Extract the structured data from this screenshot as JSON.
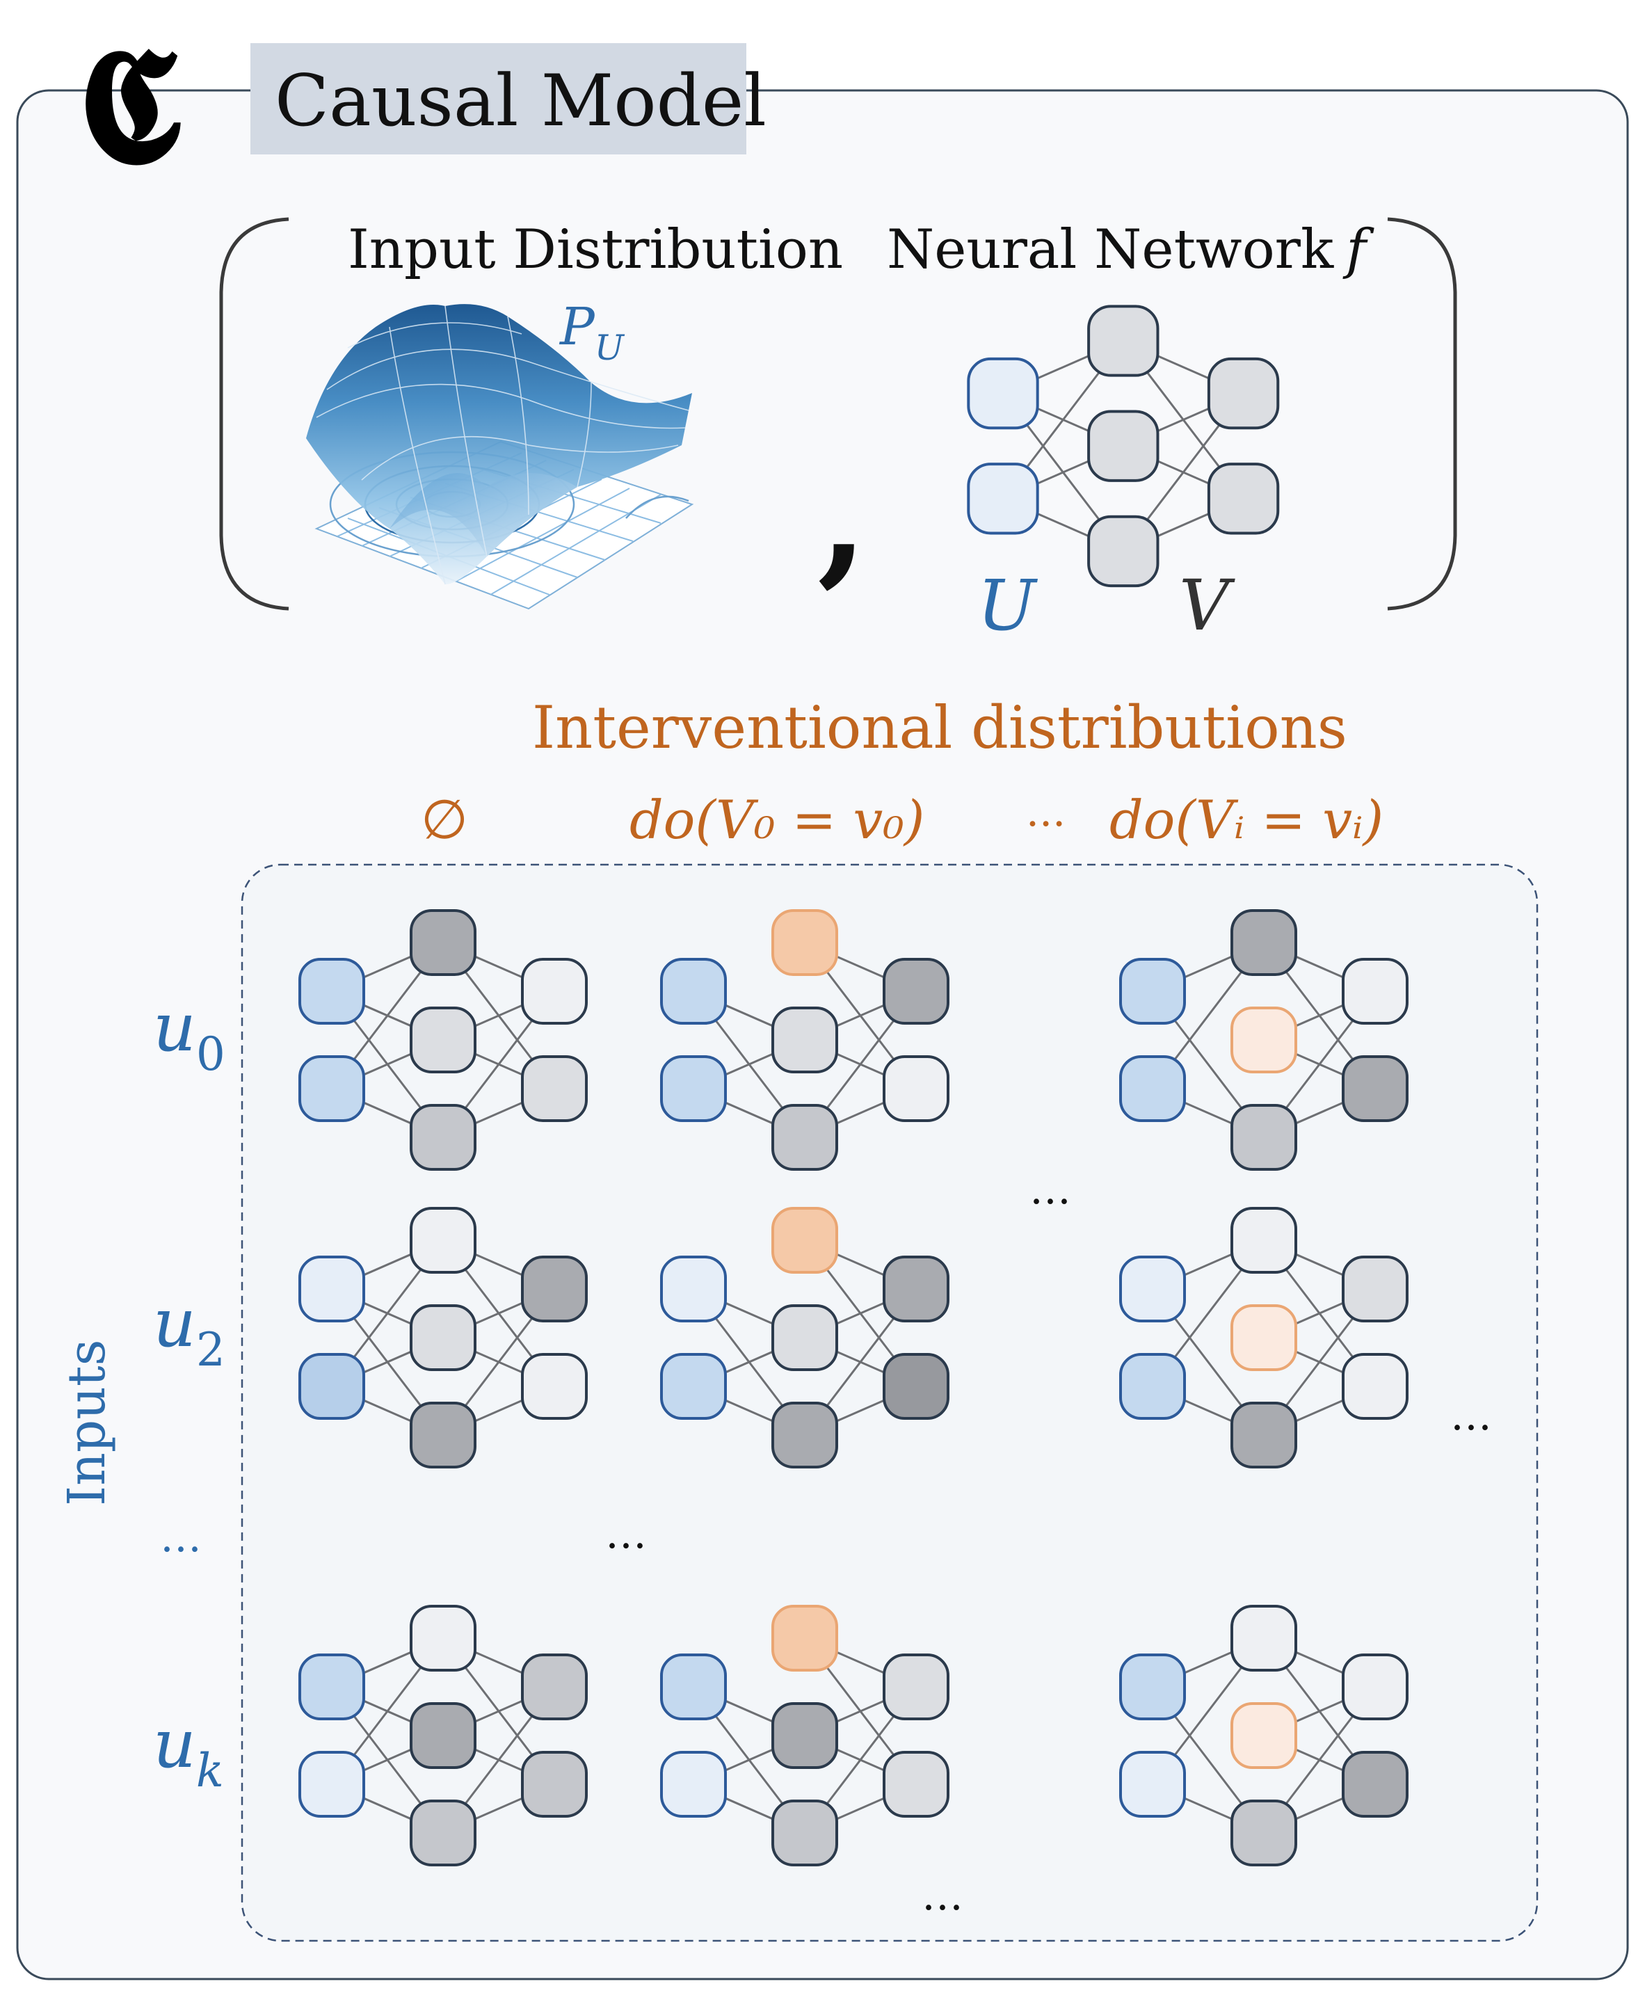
{
  "title": {
    "symbol": "𝕮",
    "label": "Causal Model"
  },
  "model_tuple": {
    "input_distribution_label": "Input Distribution",
    "distribution_symbol": "P",
    "distribution_subscript": "U",
    "comma": ",",
    "network_label": "Neural Network",
    "network_symbol": "f",
    "input_layer_label": "U",
    "hidden_layers_label": "V"
  },
  "interventions": {
    "heading": "Interventional distributions",
    "columns": [
      {
        "text": "∅"
      },
      {
        "text": "do(V₀ = v₀)"
      },
      {
        "text": "···"
      },
      {
        "text": "do(Vᵢ = vᵢ)"
      }
    ]
  },
  "inputs": {
    "axis_label": "Inputs",
    "rows": [
      {
        "symbol": "u",
        "subscript": "0"
      },
      {
        "symbol": "u",
        "subscript": "2"
      },
      {
        "symbol": "…",
        "subscript": ""
      },
      {
        "symbol": "u",
        "subscript": "k"
      }
    ]
  },
  "ellipses": {
    "grid_middle": "…",
    "row_gap": "…",
    "right": "…",
    "bottom": "…"
  },
  "colors": {
    "blue_text": "#2e6cab",
    "orange_text": "#c0651f",
    "panel_bg": "#f8f9fb",
    "title_bg": "#d2d9e3",
    "intervened_node": "#f5c9a8"
  },
  "grid": [
    [
      {
        "inputs": [
          "mid",
          "mid"
        ],
        "hidden": [
          "dark",
          "light",
          "mid"
        ],
        "outputs": [
          "pale",
          "light"
        ],
        "intervened": null
      },
      {
        "inputs": [
          "mid",
          "mid"
        ],
        "hidden": [
          "orange",
          "light",
          "mid"
        ],
        "outputs": [
          "dark",
          "pale"
        ],
        "intervened": 0
      },
      {
        "inputs": [
          "mid",
          "mid"
        ],
        "hidden": [
          "dark",
          "orange_pale",
          "mid"
        ],
        "outputs": [
          "pale",
          "dark"
        ],
        "intervened": 1
      }
    ],
    [
      {
        "inputs": [
          "pale",
          "deep"
        ],
        "hidden": [
          "pale",
          "light",
          "dark"
        ],
        "outputs": [
          "dark",
          "pale"
        ],
        "intervened": null
      },
      {
        "inputs": [
          "pale",
          "mid"
        ],
        "hidden": [
          "orange",
          "light",
          "dark"
        ],
        "outputs": [
          "dark",
          "darker"
        ],
        "intervened": 0
      },
      {
        "inputs": [
          "pale",
          "mid"
        ],
        "hidden": [
          "pale",
          "orange_pale",
          "dark"
        ],
        "outputs": [
          "light",
          "pale"
        ],
        "intervened": 1
      }
    ],
    [
      {
        "inputs": [
          "mid",
          "pale"
        ],
        "hidden": [
          "pale",
          "dark",
          "mid"
        ],
        "outputs": [
          "mid",
          "mid"
        ],
        "intervened": null
      },
      {
        "inputs": [
          "mid",
          "pale"
        ],
        "hidden": [
          "orange",
          "dark",
          "mid"
        ],
        "outputs": [
          "light",
          "light"
        ],
        "intervened": 0
      },
      {
        "inputs": [
          "mid",
          "pale"
        ],
        "hidden": [
          "pale",
          "orange_pale",
          "mid"
        ],
        "outputs": [
          "pale",
          "dark"
        ],
        "intervened": 1
      }
    ]
  ]
}
